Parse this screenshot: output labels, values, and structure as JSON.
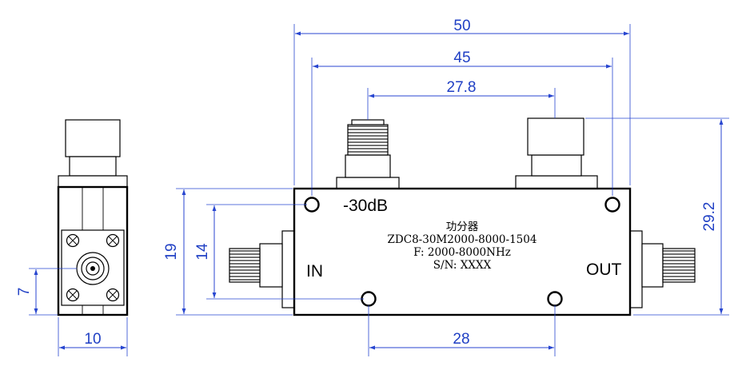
{
  "dimensions": {
    "overall_length": "50",
    "mount_span": "45",
    "port_spacing": "27.8",
    "overall_height": "29.2",
    "body_height": "19",
    "hole_vertical_spacing": "14",
    "bottom_hole_spacing": "28",
    "connector_offset": "7",
    "side_width": "10"
  },
  "labels": {
    "coupling": "-30dB",
    "input_port": "IN",
    "output_port": "OUT"
  },
  "nameplate": {
    "title": "功分器",
    "model": "ZDC8-30M2000-8000-1504",
    "frequency": "F: 2000-8000NHz",
    "serial": "S/N: XXXX"
  },
  "colors": {
    "dimension_lines": "#2846d0",
    "dimension_text": "#1f3fc4",
    "outline": "#000000"
  }
}
